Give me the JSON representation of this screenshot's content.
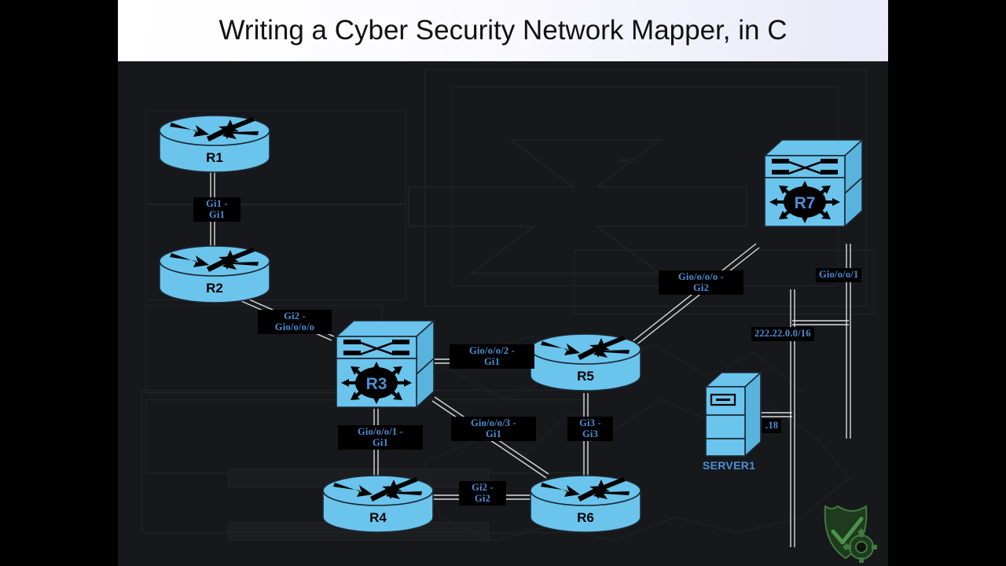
{
  "title": "Writing a Cyber Security Network Mapper, in C",
  "canvas": {
    "background_color": "#17181b",
    "node_color": "#6bc4ec",
    "label_text_color": "#4d8fd6",
    "label_bg_color": "#000000",
    "link_color": "#dcdcdc",
    "watermark_text": "Text"
  },
  "nodes": [
    {
      "id": "R1",
      "label": "R1",
      "type": "router-icon"
    },
    {
      "id": "R2",
      "label": "R2",
      "type": "router-icon"
    },
    {
      "id": "R3",
      "label": "R3",
      "type": "layer3-switch-icon"
    },
    {
      "id": "R4",
      "label": "R4",
      "type": "router-icon"
    },
    {
      "id": "R5",
      "label": "R5",
      "type": "router-icon"
    },
    {
      "id": "R6",
      "label": "R6",
      "type": "router-icon"
    },
    {
      "id": "R7",
      "label": "R7",
      "type": "layer3-switch-icon"
    },
    {
      "id": "SERVER1",
      "label": "SERVER1",
      "type": "server-icon"
    }
  ],
  "edge_labels": [
    {
      "id": "r1-r2",
      "text": "Gi1 -\nGi1"
    },
    {
      "id": "r2-r3",
      "text": "Gi2 -\nGio/o/o/o"
    },
    {
      "id": "r3-r5",
      "text": "Gio/o/o/2 -\nGi1"
    },
    {
      "id": "r3-r6",
      "text": "Gio/o/o/3 -\nGi1"
    },
    {
      "id": "r3-r4",
      "text": "Gio/o/o/1 -\nGi1"
    },
    {
      "id": "r5-r6",
      "text": "Gi3 -\nGi3"
    },
    {
      "id": "r4-r6",
      "text": "Gi2 -\nGi2"
    },
    {
      "id": "r5-r7",
      "text": "Gio/o/o/o -\nGi2"
    },
    {
      "id": "r7-bus",
      "text": "Gio/o/o/1"
    },
    {
      "id": "subnet",
      "text": "222.22.0.0/16"
    },
    {
      "id": "server-ip",
      "text": ".18"
    }
  ],
  "node_labels": [
    {
      "id": "server1-label",
      "text": "SERVER1"
    }
  ],
  "logo": {
    "name": "shield-check-gear-logo",
    "color": "#2d5a2d"
  }
}
